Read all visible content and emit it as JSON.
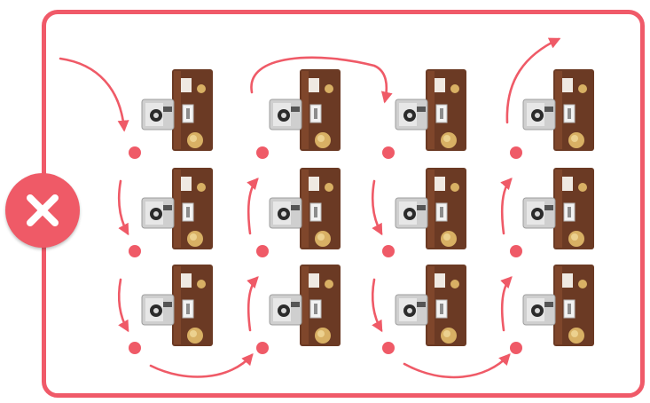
{
  "colors": {
    "accent": "#f05a69",
    "frame": "#f05a69",
    "badge": "#ef5a67",
    "arrow": "#ef5a67",
    "dot": "#ef5a67",
    "panel_brown": "#6b3a24",
    "panel_highlight": "#8c4e30",
    "knob_gold": "#d8b064",
    "machine_grey": "#cfcfcf"
  },
  "badge": {
    "icon": "close-icon",
    "meaning": "incorrect"
  },
  "grid": {
    "columns": 4,
    "rows": 3
  },
  "unit": {
    "icon": "safe-lock-unit-icon"
  },
  "route": [
    "down",
    "up",
    "down",
    "up"
  ]
}
